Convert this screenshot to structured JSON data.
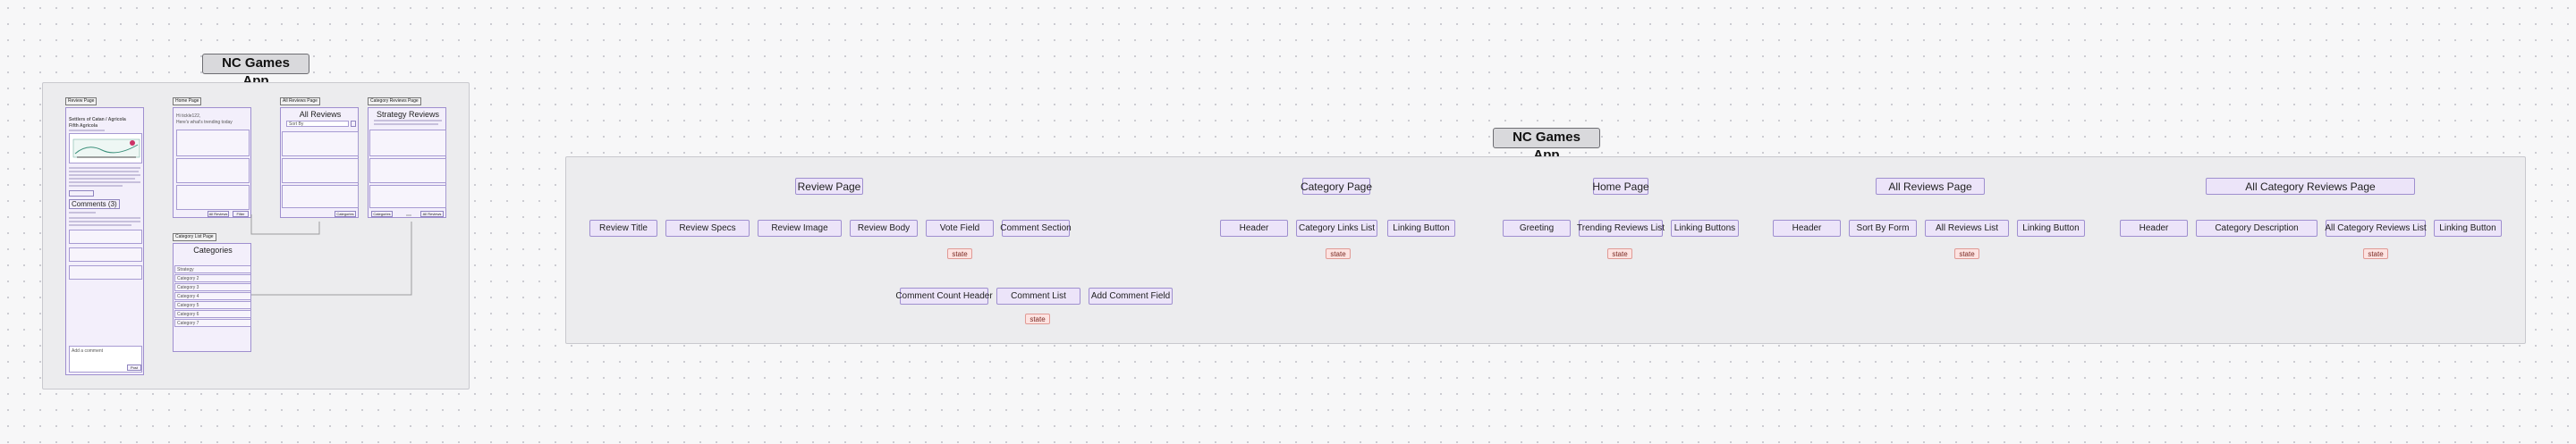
{
  "left_board": {
    "title": "NC Games App",
    "review_page": {
      "label": "Review Page",
      "review_title": "Settlers of Catan / Agricola",
      "review_subtitle": "Fifth Agricola",
      "comments_header": "Comments (3)",
      "add_comment": "Add a comment",
      "post": "Post"
    },
    "home_page": {
      "label": "Home Page",
      "greeting": "Hi tickle122,",
      "greeting_sub": "Here's what's trending today",
      "btn1": "All Reviews",
      "btn2": "Filter"
    },
    "category_list_page": {
      "label": "Category List Page",
      "heading": "Categories",
      "items": [
        "Strategy",
        "Category 2",
        "Category 3",
        "Category 4",
        "Category 5",
        "Category 6",
        "Category 7"
      ]
    },
    "all_reviews_page": {
      "label": "All Reviews Page",
      "heading": "All Reviews",
      "sort_label": "Sort By",
      "btn": "Categories"
    },
    "category_reviews_page": {
      "label": "Category Reviews Page",
      "heading": "Strategy Reviews",
      "btn1": "Categories",
      "btn2": "All Reviews"
    }
  },
  "right_board": {
    "title": "NC Games App",
    "groups": [
      {
        "page": "Review Page",
        "components": [
          "Review Title",
          "Review Specs",
          "Review Image",
          "Review Body",
          "Vote Field",
          "Comment Section"
        ],
        "state_under": "Vote Field",
        "sub_components": [
          "Comment Count Header",
          "Comment List",
          "Add Comment Field"
        ],
        "sub_state_under": "Comment List"
      },
      {
        "page": "Category Page",
        "components": [
          "Header",
          "Category Links List",
          "Linking Button"
        ],
        "state_under": "Category Links List"
      },
      {
        "page": "Home Page",
        "components": [
          "Greeting",
          "Trending Reviews List",
          "Linking Buttons"
        ],
        "state_under": "Trending Reviews List"
      },
      {
        "page": "All Reviews Page",
        "components": [
          "Header",
          "Sort By Form",
          "All Reviews List",
          "Linking Button"
        ],
        "state_under": "All Reviews List"
      },
      {
        "page": "All Category Reviews Page",
        "components": [
          "Header",
          "Category Description",
          "All Category Reviews List",
          "Linking Button"
        ],
        "state_under": "All Category Reviews List"
      }
    ],
    "state_label": "state"
  }
}
